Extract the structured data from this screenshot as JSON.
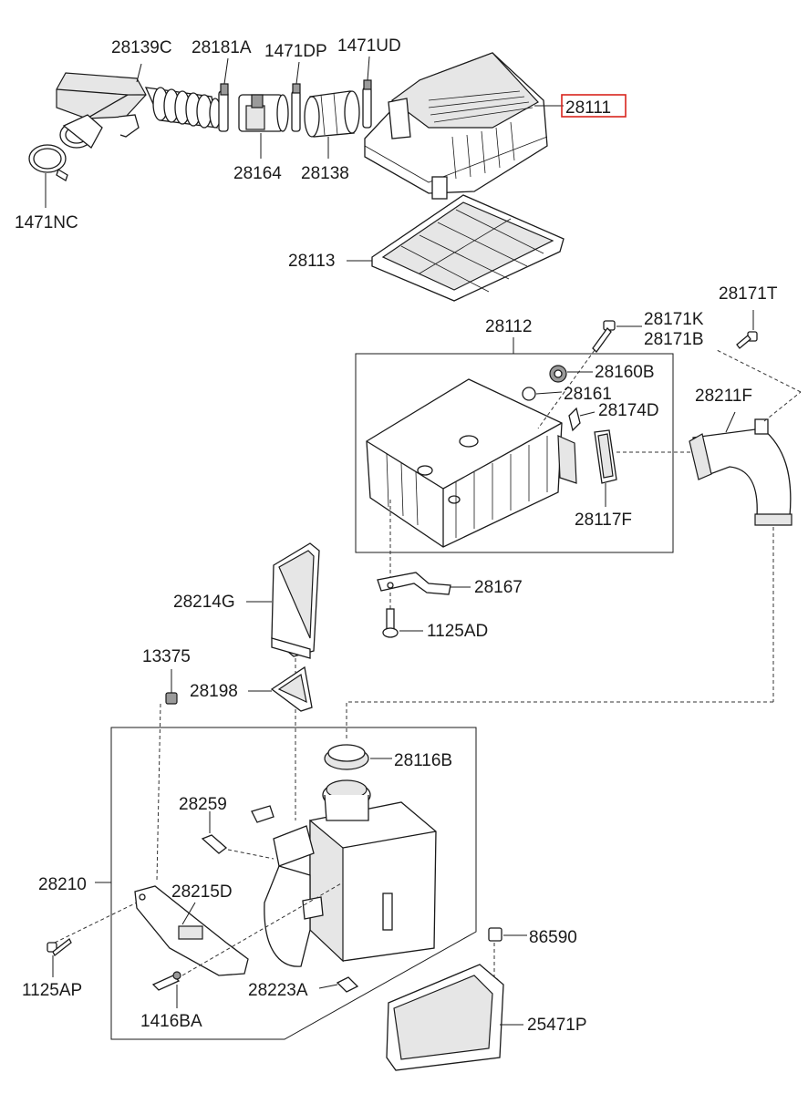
{
  "highlight_color": "#d9251d",
  "parts": [
    {
      "id": "28139C",
      "label": "28139C"
    },
    {
      "id": "28181A",
      "label": "28181A"
    },
    {
      "id": "1471DP",
      "label": "1471DP"
    },
    {
      "id": "1471UD",
      "label": "1471UD"
    },
    {
      "id": "28111",
      "label": "28111",
      "highlighted": true
    },
    {
      "id": "1471NC",
      "label": "1471NC"
    },
    {
      "id": "28164",
      "label": "28164"
    },
    {
      "id": "28138",
      "label": "28138"
    },
    {
      "id": "28113",
      "label": "28113"
    },
    {
      "id": "28112",
      "label": "28112"
    },
    {
      "id": "28171K",
      "label": "28171K"
    },
    {
      "id": "28171B",
      "label": "28171B"
    },
    {
      "id": "28171T",
      "label": "28171T"
    },
    {
      "id": "28160B",
      "label": "28160B"
    },
    {
      "id": "28161",
      "label": "28161"
    },
    {
      "id": "28174D",
      "label": "28174D"
    },
    {
      "id": "28211F",
      "label": "28211F"
    },
    {
      "id": "28117F",
      "label": "28117F"
    },
    {
      "id": "28167",
      "label": "28167"
    },
    {
      "id": "1125AD",
      "label": "1125AD"
    },
    {
      "id": "28214G",
      "label": "28214G"
    },
    {
      "id": "13375",
      "label": "13375"
    },
    {
      "id": "28198",
      "label": "28198"
    },
    {
      "id": "28116B",
      "label": "28116B"
    },
    {
      "id": "28259",
      "label": "28259"
    },
    {
      "id": "28210",
      "label": "28210"
    },
    {
      "id": "28215D",
      "label": "28215D"
    },
    {
      "id": "86590",
      "label": "86590"
    },
    {
      "id": "1125AP",
      "label": "1125AP"
    },
    {
      "id": "28223A",
      "label": "28223A"
    },
    {
      "id": "1416BA",
      "label": "1416BA"
    },
    {
      "id": "25471P",
      "label": "25471P"
    }
  ]
}
